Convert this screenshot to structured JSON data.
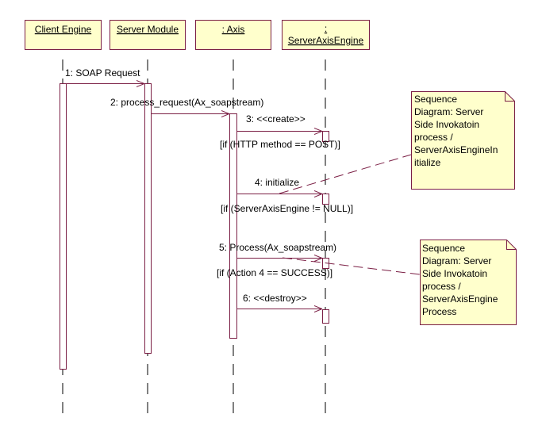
{
  "diagram": {
    "type": "UML sequence diagram",
    "colors": {
      "object_fill": "#ffffcc",
      "object_border": "#7b1f45",
      "message_line": "#7b1f45",
      "lifeline": "#000000",
      "note_fill": "#ffffcc",
      "note_border": "#7b1f45",
      "background": "#ffffff"
    },
    "objects": [
      {
        "id": "client",
        "label_lines": [
          "Client Engine"
        ]
      },
      {
        "id": "server",
        "label_lines": [
          "Server Module"
        ]
      },
      {
        "id": "axis",
        "label_lines": [
          ": Axis"
        ]
      },
      {
        "id": "sae",
        "label_lines": [
          ":",
          "ServerAxisEngine"
        ]
      }
    ],
    "messages": [
      {
        "num": 1,
        "label": "1: SOAP Request",
        "from": "client",
        "to": "server"
      },
      {
        "num": 2,
        "label": "2: process_request(Ax_soapstream)",
        "from": "server",
        "to": "axis"
      },
      {
        "num": 3,
        "label": "3: <<create>>",
        "from": "axis",
        "to": "sae",
        "guard": "[if (HTTP method == POST)]"
      },
      {
        "num": 4,
        "label": "4: initialize",
        "from": "axis",
        "to": "sae",
        "guard": "[if (ServerAxisEngine != NULL)]"
      },
      {
        "num": 5,
        "label": "5: Process(Ax_soapstream)",
        "from": "axis",
        "to": "sae",
        "guard": "[if (Action 4 == SUCCESS)]"
      },
      {
        "num": 6,
        "label": "6: <<destroy>>",
        "from": "axis",
        "to": "sae"
      }
    ],
    "notes": [
      {
        "id": "note-initialize",
        "attached_to_message": 4,
        "lines": [
          "Sequence",
          "Diagram: Server",
          "Side Invokatoin",
          "process /",
          "ServerAxisEngineIn",
          "itialize"
        ]
      },
      {
        "id": "note-process",
        "attached_to_message": 5,
        "lines": [
          "Sequence",
          "Diagram: Server",
          "Side Invokatoin",
          "process /",
          "ServerAxisEngine",
          "Process"
        ]
      }
    ]
  }
}
